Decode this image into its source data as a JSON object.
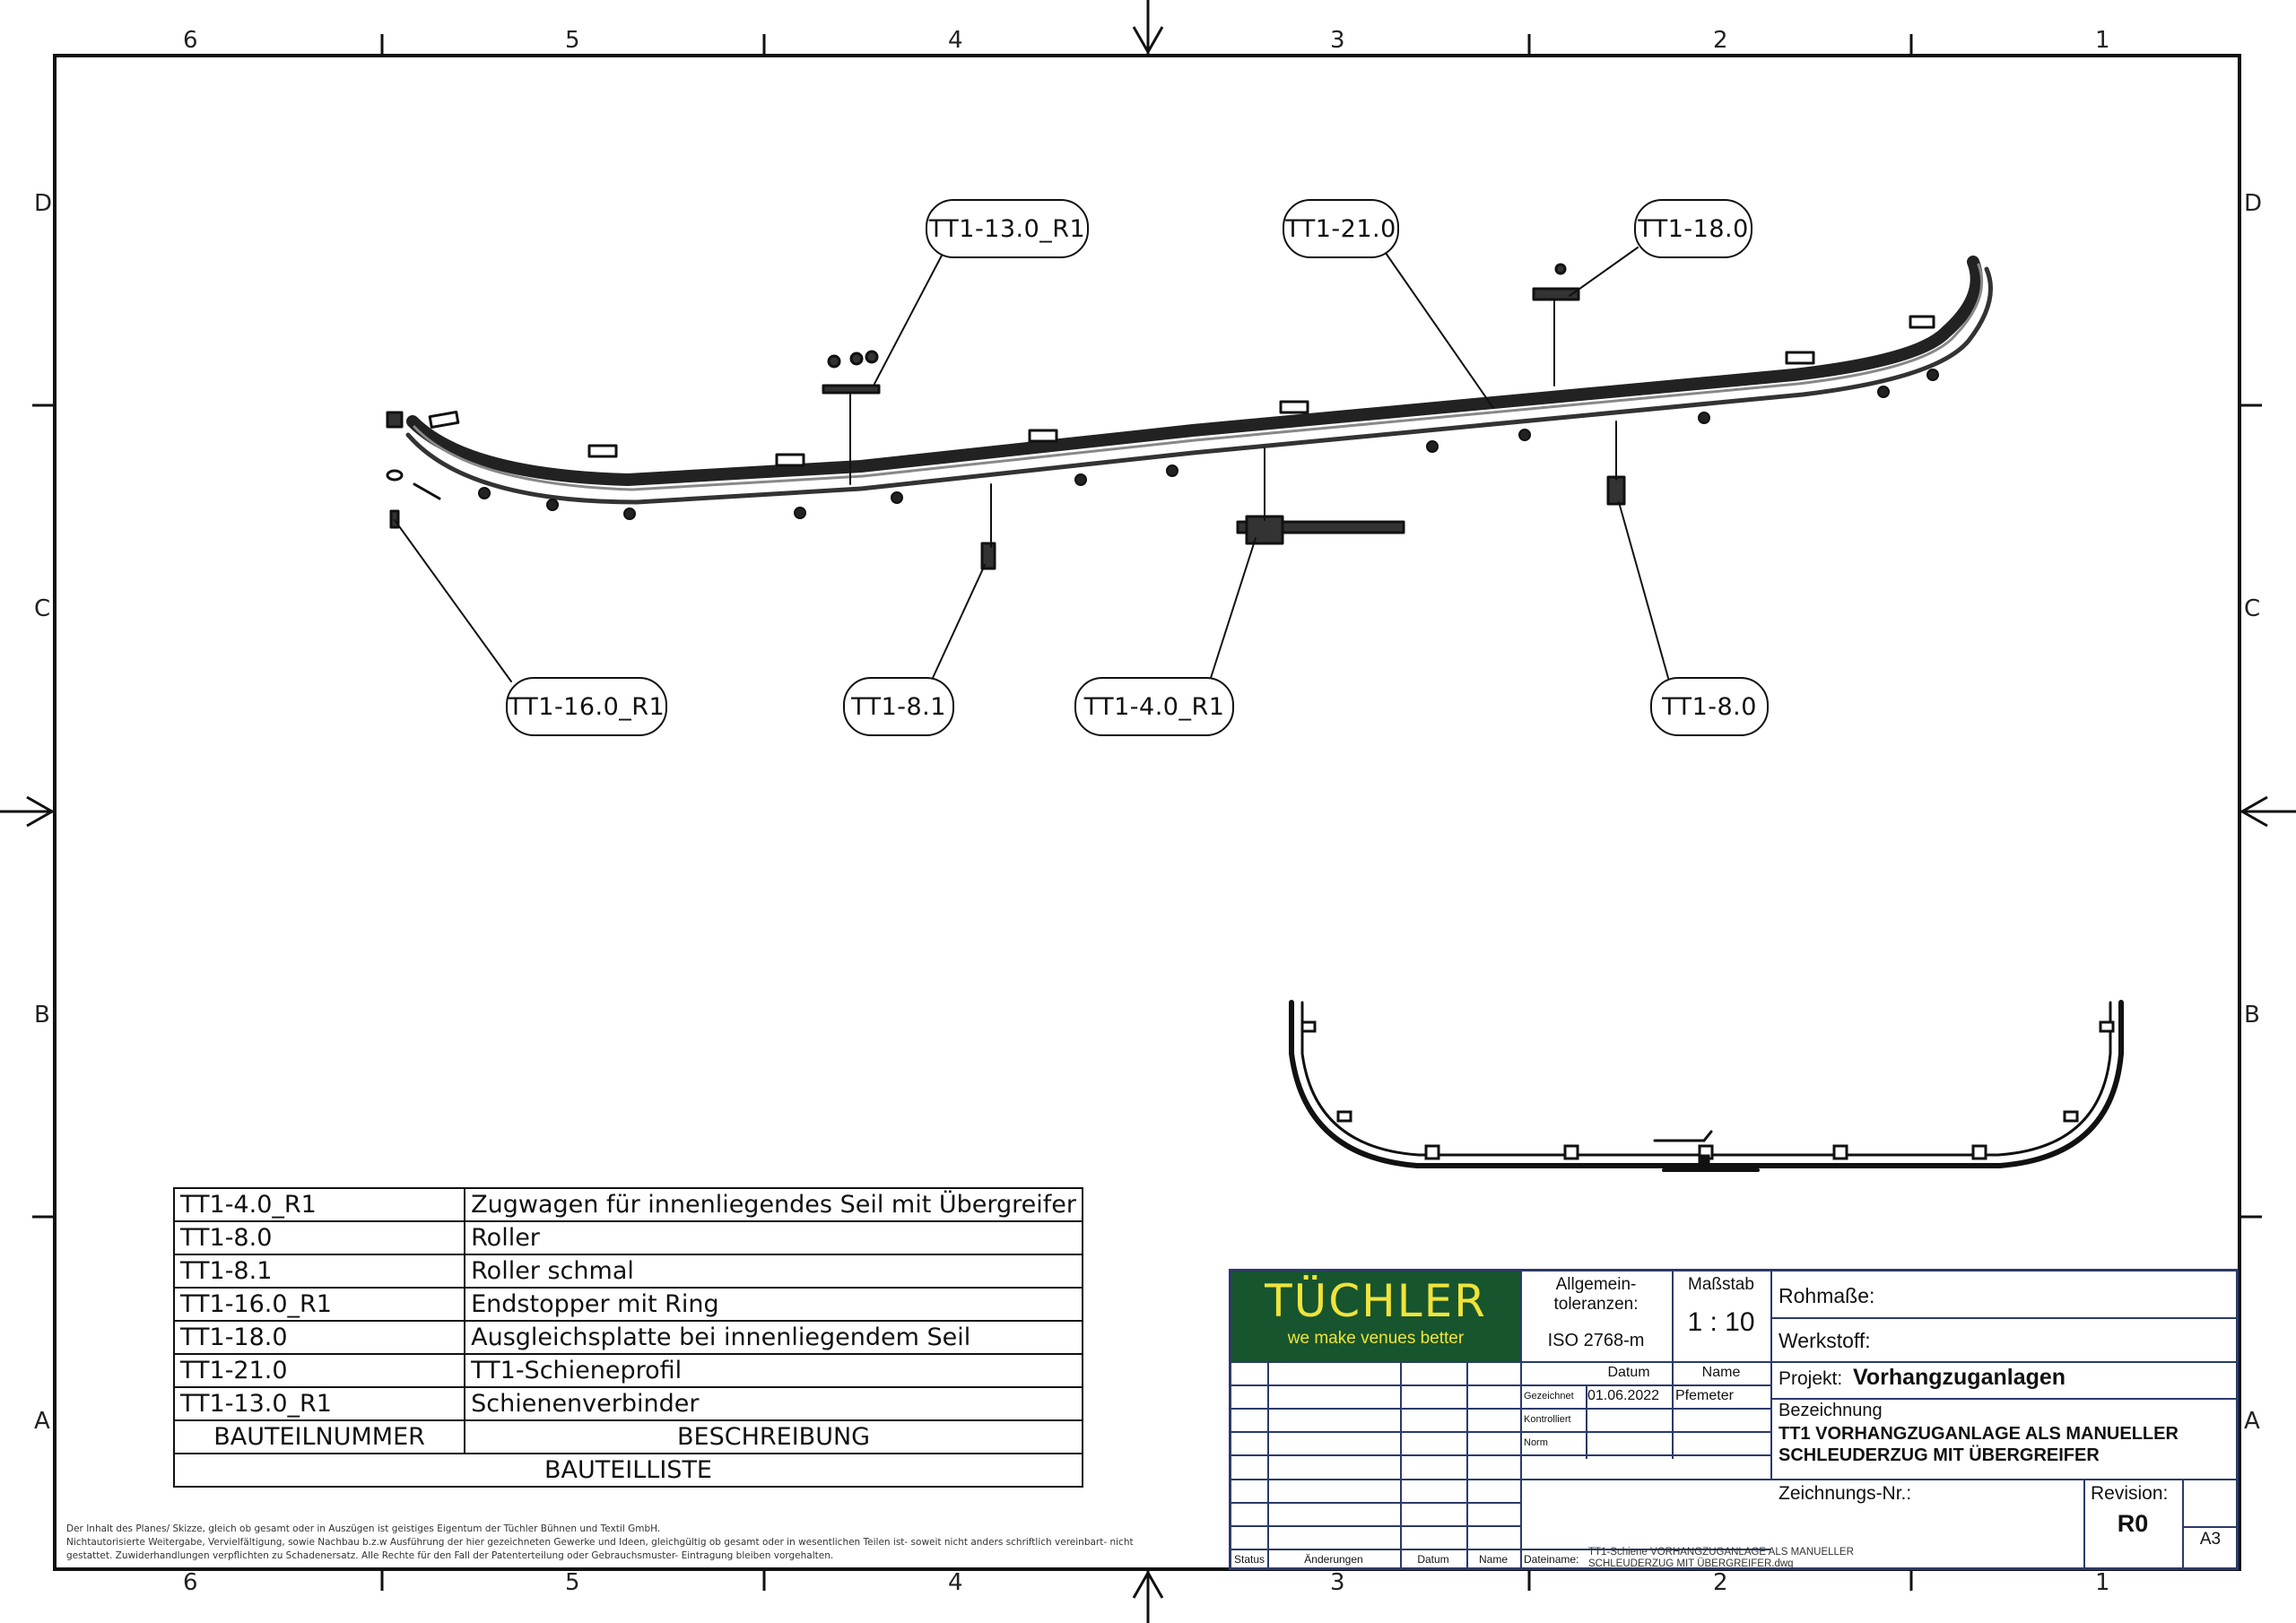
{
  "zones": {
    "columns": [
      "6",
      "5",
      "4",
      "3",
      "2",
      "1"
    ],
    "rows": [
      "D",
      "C",
      "B",
      "A"
    ]
  },
  "balloons": {
    "tt1_13_0_r1": "TT1-13.0_R1",
    "tt1_21_0": "TT1-21.0",
    "tt1_18_0": "TT1-18.0",
    "tt1_16_0_r1": "TT1-16.0_R1",
    "tt1_8_1": "TT1-8.1",
    "tt1_4_0_r1": "TT1-4.0_R1",
    "tt1_8_0": "TT1-8.0"
  },
  "parts_list": {
    "rows": [
      {
        "number": "TT1-4.0_R1",
        "description": "Zugwagen für innenliegendes Seil mit Übergreifer"
      },
      {
        "number": "TT1-8.0",
        "description": "Roller"
      },
      {
        "number": "TT1-8.1",
        "description": "Roller schmal"
      },
      {
        "number": "TT1-16.0_R1",
        "description": "Endstopper mit Ring"
      },
      {
        "number": "TT1-18.0",
        "description": "Ausgleichsplatte bei innenliegendem Seil"
      },
      {
        "number": "TT1-21.0",
        "description": "TT1-Schieneprofil"
      },
      {
        "number": "TT1-13.0_R1",
        "description": "Schienenverbinder"
      }
    ],
    "header_number": "BAUTEILNUMMER",
    "header_description": "BESCHREIBUNG",
    "caption": "BAUTEILLISTE"
  },
  "legal_text": [
    "Der Inhalt des Planes/ Skizze, gleich ob gesamt oder in Auszügen ist geistiges Eigentum der Tüchler Bühnen und Textil GmbH.",
    "Nichtautorisierte Weitergabe, Vervielfältigung, sowie Nachbau b.z.w Ausführung der hier gezeichneten Gewerke und Ideen, gleichgültig ob gesamt oder in wesentlichen Teilen ist- soweit nicht anders schriftlich vereinbart- nicht",
    "gestattet. Zuwiderhandlungen verpflichten zu Schadenersatz. Alle Rechte für den Fall der Patenterteilung oder Gebrauchsmuster- Eintragung bleiben vorgehalten."
  ],
  "title_block": {
    "logo_word": "TÜCHLER",
    "logo_tagline": "we make venues better",
    "tolerances_label": "Allgemein-\ntoleranzen:",
    "tolerances_value": "ISO 2768-m",
    "scale_label": "Maßstab",
    "scale_value": "1 : 10",
    "raw_dimensions_label": "Rohmaße:",
    "material_label": "Werkstoff:",
    "project_label": "Projekt:",
    "project_value": "Vorhangzuganlagen",
    "designation_label": "Bezeichnung",
    "designation_line1": "TT1 VORHANGZUGANLAGE ALS MANUELLER",
    "designation_line2": "SCHLEUDERZUG MIT ÜBERGREIFER",
    "date_header": "Datum",
    "name_header": "Name",
    "drawn_label": "Gezeichnet",
    "drawn_date": "01.06.2022",
    "drawn_name": "Pfemeter",
    "checked_label": "Kontrolliert",
    "norm_label": "Norm",
    "drawing_number_label": "Zeichnungs-Nr.:",
    "revision_label": "Revision:",
    "revision_value": "R0",
    "sheet_size": "A3",
    "status_label": "Status",
    "changes_label": "Änderungen",
    "changes_date_label": "Datum",
    "changes_name_label": "Name",
    "filename_label": "Dateiname:",
    "filename_line1": "TT1-Schiene VORHANGZUGANLAGE ALS MANUELLER",
    "filename_line2": "SCHLEUDERZUG MIT ÜBERGREIFER.dwg"
  },
  "colors": {
    "line": "#111111",
    "title_block_border": "#2b3a6b",
    "logo_background": "#17552e",
    "logo_text": "#f0e43a"
  }
}
